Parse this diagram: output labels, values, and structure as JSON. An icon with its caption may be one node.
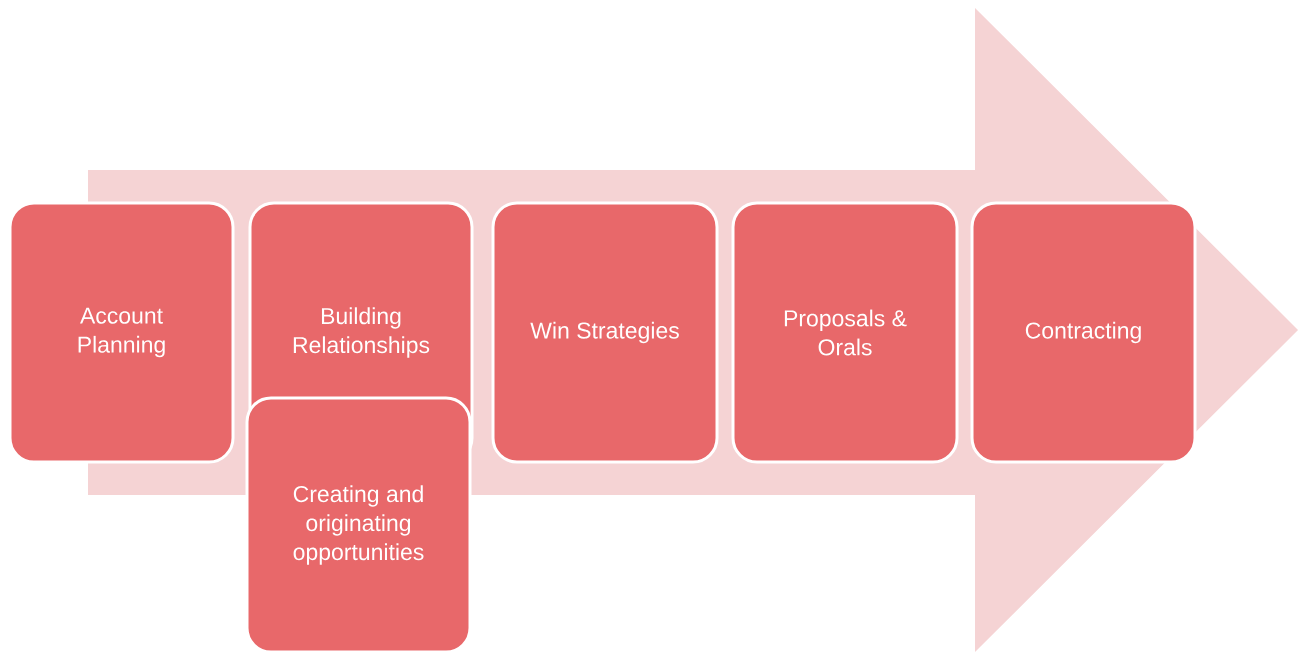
{
  "diagram": {
    "nodes": [
      {
        "text": [
          "Account Planning"
        ]
      },
      {
        "text": [
          "Building Relationships"
        ]
      },
      {
        "text": [
          "Creating and originating opportunities"
        ]
      },
      {
        "text": [
          "Win Strategies"
        ]
      },
      {
        "text": [
          "Proposals & Orals"
        ]
      },
      {
        "text": [
          "Contracting"
        ]
      }
    ]
  }
}
